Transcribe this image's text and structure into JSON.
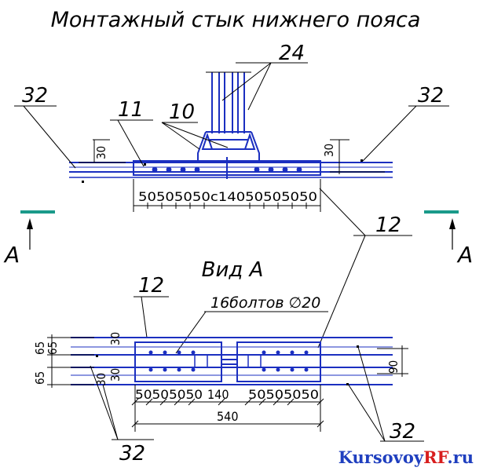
{
  "title": "Монтажный стык нижнего пояса",
  "view_title": "Вид А",
  "labels": {
    "n24": "24",
    "n32": "32",
    "n11": "11",
    "n10": "10",
    "n12": "12",
    "sec_a": "А"
  },
  "bolts_note": "16болтов ∅20",
  "dims_top": {
    "row": "50505050с14050505050",
    "h30": "30"
  },
  "dims_bottom": {
    "row_left": "50505050",
    "mid": "140",
    "row_right": "50505050",
    "total": "540",
    "v_left": [
      "65",
      "65",
      "65",
      "30"
    ],
    "v30": "30",
    "v90": "90"
  },
  "brand": {
    "blue_part": "Kursovoy",
    "red_part": "RF",
    "suffix": ".ru"
  },
  "colors": {
    "steel": "#1b2fc0",
    "ink": "#000000",
    "section_mark": "#1a9a8a",
    "brand_blue": "#1f3fbf",
    "brand_red": "#d81e1e"
  }
}
